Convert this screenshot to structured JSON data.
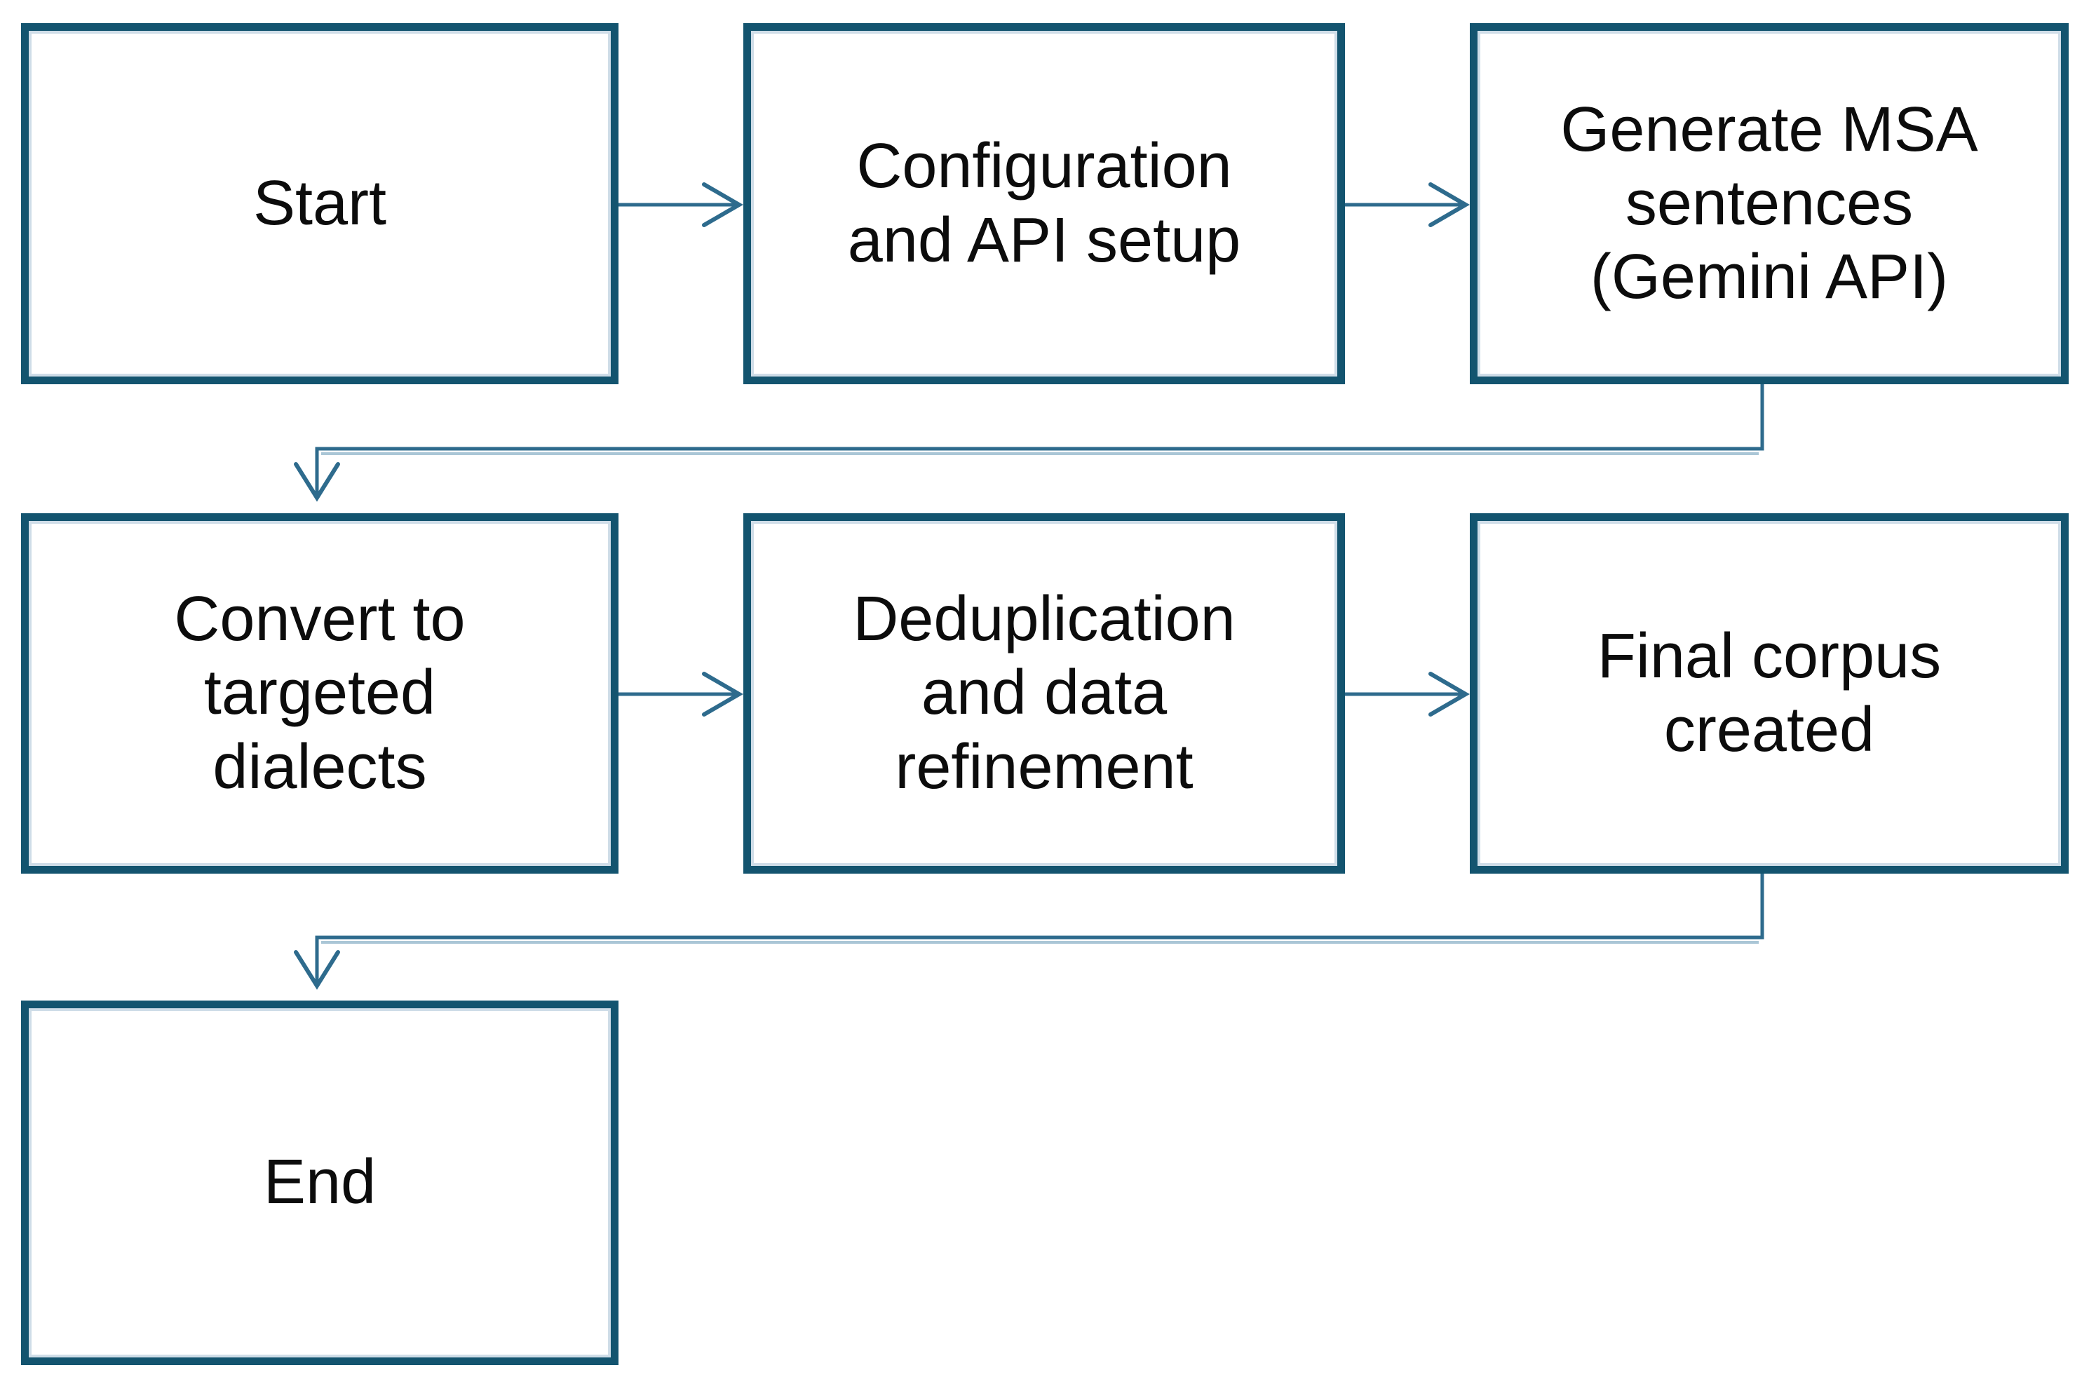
{
  "diagram": {
    "type": "flowchart",
    "nodes": [
      {
        "id": "start",
        "label": "Start",
        "lines": [
          "Start"
        ]
      },
      {
        "id": "config",
        "label": "Configuration and API setup",
        "lines": [
          "Configuration",
          "and API setup"
        ]
      },
      {
        "id": "generate-msa",
        "label": "Generate MSA sentences (Gemini API)",
        "lines": [
          "Generate MSA",
          "sentences",
          "(Gemini API)"
        ]
      },
      {
        "id": "convert-dialects",
        "label": "Convert to targeted dialects",
        "lines": [
          "Convert to",
          "targeted",
          "dialects"
        ]
      },
      {
        "id": "deduplication",
        "label": "Deduplication and data refinement",
        "lines": [
          "Deduplication",
          "and data",
          "refinement"
        ]
      },
      {
        "id": "final-corpus",
        "label": "Final corpus created",
        "lines": [
          "Final corpus",
          "created"
        ]
      },
      {
        "id": "end",
        "label": "End",
        "lines": [
          "End"
        ]
      }
    ],
    "edges": [
      {
        "from": "start",
        "to": "config"
      },
      {
        "from": "config",
        "to": "generate-msa"
      },
      {
        "from": "generate-msa",
        "to": "convert-dialects"
      },
      {
        "from": "convert-dialects",
        "to": "deduplication"
      },
      {
        "from": "deduplication",
        "to": "final-corpus"
      },
      {
        "from": "final-corpus",
        "to": "end"
      }
    ]
  },
  "colors": {
    "background": "#ffffff",
    "node_border": "#13546f",
    "node_fill": "#ffffff",
    "node_inner_highlight": "#cfdde8",
    "connector": "#2e6b8d",
    "connector_shadow": "#aac6d6",
    "text": "#0c0c0c"
  }
}
